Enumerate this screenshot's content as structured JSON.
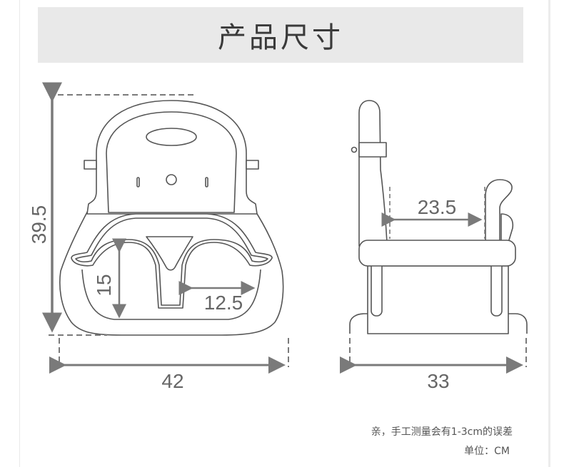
{
  "title": "产品尺寸",
  "front_view": {
    "height_label": "39.5",
    "width_label": "42",
    "seat_depth_label": "15",
    "seat_width_label": "12.5"
  },
  "side_view": {
    "inner_depth_label": "23.5",
    "depth_label": "33"
  },
  "notes": {
    "error_note": "亲，手工测量会有1-3cm的误差",
    "unit_note": "单位：CM"
  },
  "colors": {
    "line": "#555555",
    "dimension": "#7a7a7a",
    "banner": "#e9e9e9"
  }
}
